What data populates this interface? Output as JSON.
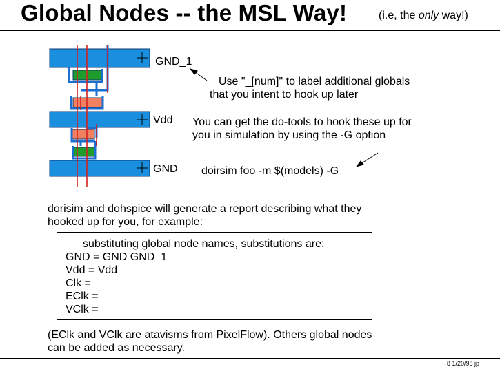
{
  "title": {
    "main": "Global Nodes -- the MSL Way!",
    "note_prefix": "(i.e, the ",
    "note_emph": "only",
    "note_suffix": " way!)"
  },
  "diagram": {
    "rail_labels": [
      "GND_1",
      "Vdd",
      "GND"
    ],
    "colors": {
      "rail": "#1a8fe0",
      "wire": "#d42020",
      "green": "#1e9c2c",
      "salmon": "#f08060",
      "blue_wire": "#1a6fd0"
    }
  },
  "notes": {
    "label_hint_1": "Use \"_[num]\" to label additional globals",
    "label_hint_2": "that you intent to hook up later",
    "dotools_1": "You can get the do-tools to hook these up for",
    "dotools_2": "you in simulation by using the -G option",
    "command": "doirsim foo -m $(models) -G"
  },
  "report_intro": {
    "line1": "dorisim and dohspice will generate a report describing what they",
    "line2": "hooked up for you, for example:"
  },
  "report": {
    "header": "substituting global node names, substitutions are:",
    "lines": [
      "GND = GND GND_1",
      "Vdd  = Vdd",
      "Clk   =",
      "EClk =",
      "VClk ="
    ]
  },
  "closing": {
    "line1": "(EClk and VClk are atavisms from PixelFlow).  Others global nodes",
    "line2": "can be added as necessary."
  },
  "footer": "8   1/20/98  jp"
}
